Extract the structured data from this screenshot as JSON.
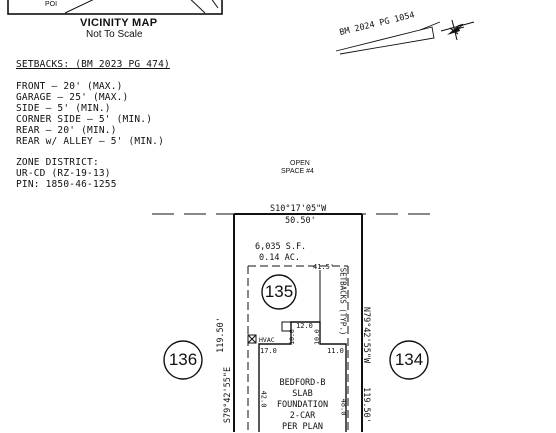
{
  "vicinity": {
    "title": "VICINITY MAP",
    "subtitle": "Not To Scale",
    "fragment_label": "POI"
  },
  "bm_reference": "BM 2024 PG 1054",
  "north_arrow_label": "N",
  "setbacks": {
    "heading": "SETBACKS: (BM 2023 PG 474)",
    "items": [
      "FRONT – 20' (MAX.)",
      "GARAGE – 25' (MAX.)",
      "SIDE – 5' (MIN.)",
      "CORNER SIDE – 5' (MIN.)",
      "REAR – 20' (MIN.)",
      "REAR w/ ALLEY – 5' (MIN.)"
    ]
  },
  "zone": {
    "label": "ZONE DISTRICT:",
    "district": "UR-CD (RZ-19-13)",
    "pin": "PIN: 1850-46-1255"
  },
  "open_space": {
    "line1": "OPEN",
    "line2": "SPACE #4"
  },
  "lot": {
    "number": "135",
    "area_sf": "6,035 S.F.",
    "area_ac": "0.14 AC.",
    "top_bearing": "S10°17'05\"W",
    "top_distance": "50.50'",
    "left_distance": "119.50'",
    "left_bearing": "S79°42'55\"E",
    "right_bearing": "N79°42'55\"W",
    "right_distance": "119.50'",
    "setbacks_note": "SETBACKS (TYP.)",
    "dim_41_5": "41.5'"
  },
  "neighbors": {
    "left": "136",
    "right": "134"
  },
  "house": {
    "dims": {
      "bump_width": "12.0",
      "bump_depth_left": "10.0",
      "bump_depth_right": "10.0",
      "left_front": "17.0",
      "right_front": "11.0",
      "depth_left": "42.0",
      "depth_right": "48.0"
    },
    "hvac_label": "HVAC",
    "label_lines": [
      "BEDFORD-B",
      "SLAB",
      "FOUNDATION",
      "2-CAR",
      "PER PLAN"
    ]
  }
}
